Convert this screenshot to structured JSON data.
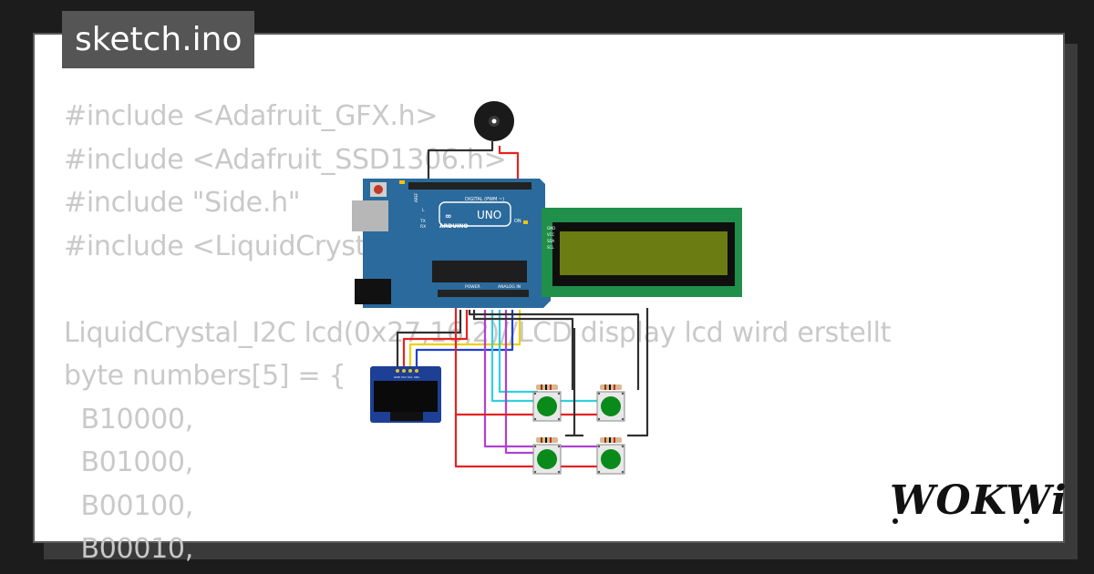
{
  "tab": {
    "filename": "sketch.ino"
  },
  "code": {
    "lines": [
      "#include <Adafruit_GFX.h>",
      "#include <Adafruit_SSD1306.h>",
      "#include \"Side.h\"",
      "#include <LiquidCryst",
      "",
      "LiquidCrystal_I2C lcd(0x27,16,2)//LCD display lcd wird erstellt",
      "byte numbers[5] = {",
      "  B10000,",
      "  B01000,",
      "  B00100,",
      "  B00010,"
    ]
  },
  "board": {
    "brand": "ARDUINO",
    "model": "UNO",
    "digital_label": "DIGITAL (PWM ~)",
    "power_label": "POWER",
    "analog_label": "ANALOG IN",
    "on_label": "ON",
    "tx_label": "TX",
    "rx_label": "RX",
    "l_label": "L",
    "aref_label": "AREF"
  },
  "lcd": {
    "pins": [
      "GND",
      "VCC",
      "SDA",
      "SCL"
    ]
  },
  "oled": {
    "pins": [
      "GND",
      "VCC",
      "SCL",
      "SDA"
    ]
  },
  "logo": {
    "text": "WOKWi"
  },
  "colors": {
    "background": "#1c1c1c",
    "card": "#ffffff",
    "tab": "#555555",
    "code_text": "#c9c9c9",
    "arduino_blue": "#2b6a9c",
    "lcd_green": "#1f8f4a",
    "lcd_screen": "#6b7d12",
    "wire_red": "#e52222",
    "wire_yellow": "#f0d000",
    "wire_blue": "#2040d0",
    "wire_cyan": "#30d0e0",
    "wire_magenta": "#b040d0",
    "wire_black": "#303030"
  }
}
